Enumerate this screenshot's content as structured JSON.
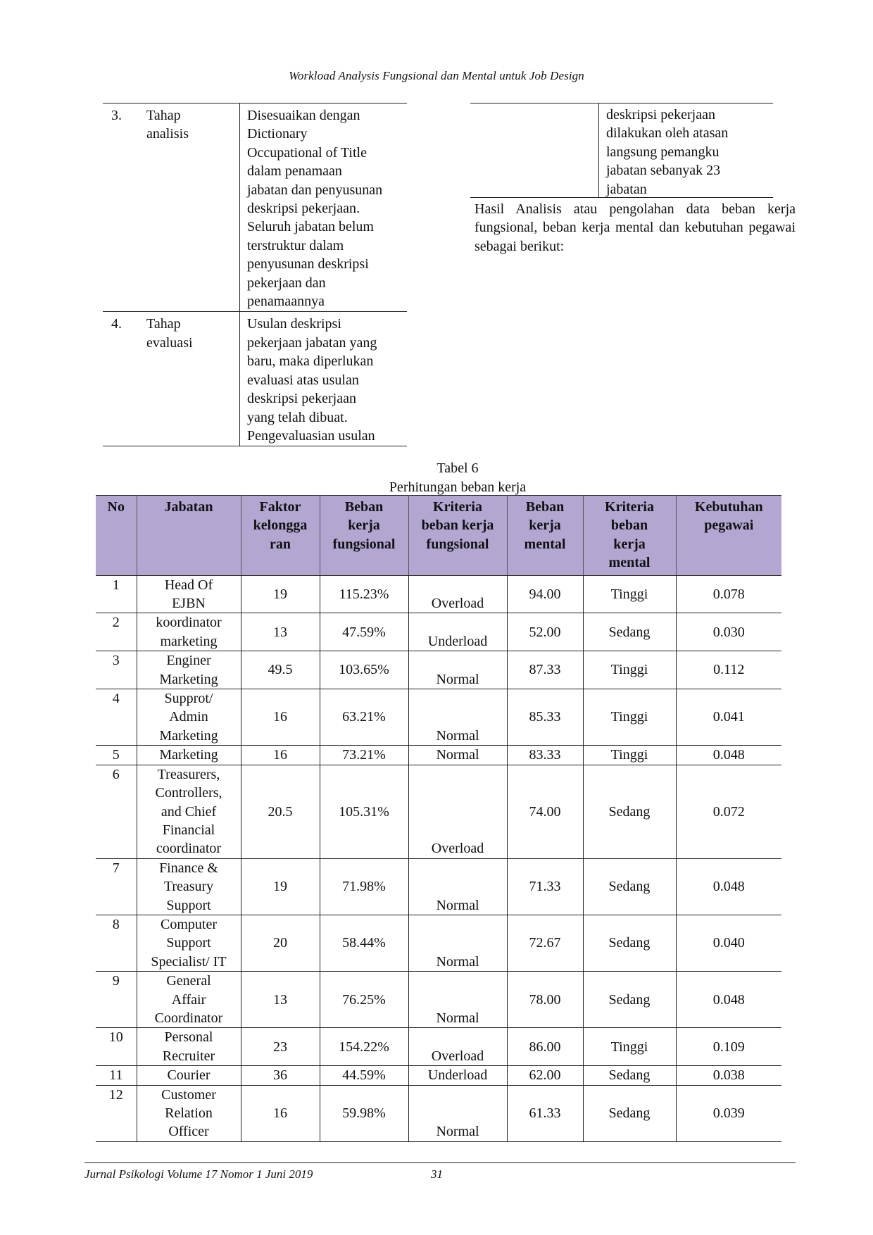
{
  "running_head": "Workload Analysis Fungsional dan Mental untuk Job Design",
  "stages_table": {
    "rows": [
      {
        "no": "3.",
        "stage": [
          "Tahap",
          "analisis"
        ],
        "desc": [
          "Disesuaikan dengan",
          "Dictionary",
          "Occupational of Title",
          "dalam penamaan",
          "jabatan dan penyusunan",
          "deskripsi pekerjaan.",
          "Seluruh jabatan belum",
          "terstruktur dalam",
          "penyusunan deskripsi",
          "pekerjaan dan",
          "penamaannya"
        ]
      },
      {
        "no": "4.",
        "stage": [
          "Tahap",
          "evaluasi"
        ],
        "desc": [
          "Usulan deskripsi",
          "pekerjaan jabatan yang",
          "baru, maka diperlukan",
          "evaluasi atas usulan",
          "deskripsi pekerjaan",
          "yang telah dibuat.",
          "Pengevaluasian usulan"
        ]
      }
    ]
  },
  "continued_fragment": [
    "deskripsi pekerjaan",
    "dilakukan oleh atasan",
    "langsung pemangku",
    "jabatan sebanyak 23",
    "jabatan"
  ],
  "intro_paragraph": "Hasil Analisis atau pengolahan data beban kerja fungsional, beban kerja mental dan kebutuhan pegawai sebagai berikut:",
  "table6": {
    "caption_label": "Tabel 6",
    "caption_title": "Perhitungan beban kerja",
    "headers": [
      [
        "No"
      ],
      [
        "Jabatan"
      ],
      [
        "Faktor",
        "kelongga",
        "ran"
      ],
      [
        "Beban",
        "kerja",
        "fungsional"
      ],
      [
        "Kriteria",
        "beban kerja",
        "fungsional"
      ],
      [
        "Beban",
        "kerja",
        "mental"
      ],
      [
        "Kriteria",
        "beban",
        "kerja",
        "mental"
      ],
      [
        "Kebutuhan",
        "pegawai"
      ]
    ],
    "rows": [
      {
        "no": "1",
        "jabatan": [
          "Head Of",
          "EJBN"
        ],
        "faktor": "19",
        "beban_fungsional": "115.23%",
        "kriteria_fungsional": "Overload",
        "beban_mental": "94.00",
        "kriteria_mental": "Tinggi",
        "kebutuhan": "0.078"
      },
      {
        "no": "2",
        "jabatan": [
          "koordinator",
          "marketing"
        ],
        "faktor": "13",
        "beban_fungsional": "47.59%",
        "kriteria_fungsional": "Underload",
        "beban_mental": "52.00",
        "kriteria_mental": "Sedang",
        "kebutuhan": "0.030"
      },
      {
        "no": "3",
        "jabatan": [
          "Enginer",
          "Marketing"
        ],
        "faktor": "49.5",
        "beban_fungsional": "103.65%",
        "kriteria_fungsional": "Normal",
        "beban_mental": "87.33",
        "kriteria_mental": "Tinggi",
        "kebutuhan": "0.112"
      },
      {
        "no": "4",
        "jabatan": [
          "Supprot/",
          "Admin",
          "Marketing"
        ],
        "faktor": "16",
        "beban_fungsional": "63.21%",
        "kriteria_fungsional": "Normal",
        "beban_mental": "85.33",
        "kriteria_mental": "Tinggi",
        "kebutuhan": "0.041"
      },
      {
        "no": "5",
        "jabatan": [
          "Marketing"
        ],
        "faktor": "16",
        "beban_fungsional": "73.21%",
        "kriteria_fungsional": "Normal",
        "beban_mental": "83.33",
        "kriteria_mental": "Tinggi",
        "kebutuhan": "0.048"
      },
      {
        "no": "6",
        "jabatan": [
          "Treasurers,",
          "Controllers,",
          "and Chief",
          "Financial",
          "coordinator"
        ],
        "faktor": "20.5",
        "beban_fungsional": "105.31%",
        "kriteria_fungsional": "Overload",
        "beban_mental": "74.00",
        "kriteria_mental": "Sedang",
        "kebutuhan": "0.072"
      },
      {
        "no": "7",
        "jabatan": [
          "Finance &",
          "Treasury",
          "Support"
        ],
        "faktor": "19",
        "beban_fungsional": "71.98%",
        "kriteria_fungsional": "Normal",
        "beban_mental": "71.33",
        "kriteria_mental": "Sedang",
        "kebutuhan": "0.048"
      },
      {
        "no": "8",
        "jabatan": [
          "Computer",
          "Support",
          "Specialist/ IT"
        ],
        "faktor": "20",
        "beban_fungsional": "58.44%",
        "kriteria_fungsional": "Normal",
        "beban_mental": "72.67",
        "kriteria_mental": "Sedang",
        "kebutuhan": "0.040"
      },
      {
        "no": "9",
        "jabatan": [
          "General",
          "Affair",
          "Coordinator"
        ],
        "faktor": "13",
        "beban_fungsional": "76.25%",
        "kriteria_fungsional": "Normal",
        "beban_mental": "78.00",
        "kriteria_mental": "Sedang",
        "kebutuhan": "0.048"
      },
      {
        "no": "10",
        "jabatan": [
          "Personal",
          "Recruiter"
        ],
        "faktor": "23",
        "beban_fungsional": "154.22%",
        "kriteria_fungsional": "Overload",
        "beban_mental": "86.00",
        "kriteria_mental": "Tinggi",
        "kebutuhan": "0.109"
      },
      {
        "no": "11",
        "jabatan": [
          "Courier"
        ],
        "faktor": "36",
        "beban_fungsional": "44.59%",
        "kriteria_fungsional": "Underload",
        "beban_mental": "62.00",
        "kriteria_mental": "Sedang",
        "kebutuhan": "0.038"
      },
      {
        "no": "12",
        "jabatan": [
          "Customer",
          "Relation",
          "Officer"
        ],
        "faktor": "16",
        "beban_fungsional": "59.98%",
        "kriteria_fungsional": "Normal",
        "beban_mental": "61.33",
        "kriteria_mental": "Sedang",
        "kebutuhan": "0.039"
      }
    ]
  },
  "footer": {
    "journal": "Jurnal Psikologi Volume 17 Nomor 1 Juni 2019",
    "page": "31"
  },
  "colors": {
    "header_fill": "#b3a7d2"
  }
}
